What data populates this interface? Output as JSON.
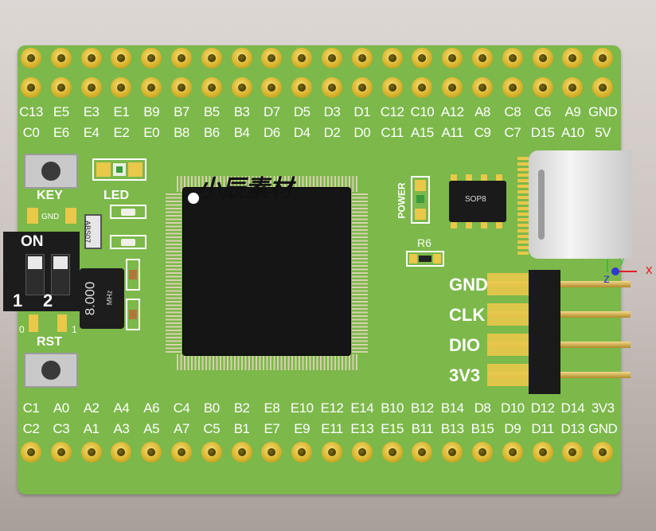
{
  "board": {
    "top_row1": [
      "C13",
      "E5",
      "E3",
      "E1",
      "B9",
      "B7",
      "B5",
      "B3",
      "D7",
      "D5",
      "D3",
      "D1",
      "C12",
      "C10",
      "A12",
      "A8",
      "C8",
      "C6",
      "A9",
      "GND"
    ],
    "top_row2": [
      "C0",
      "E6",
      "E4",
      "E2",
      "E0",
      "B8",
      "B6",
      "B4",
      "D6",
      "D4",
      "D2",
      "D0",
      "C11",
      "A15",
      "A11",
      "C9",
      "C7",
      "D15",
      "A10",
      "5V"
    ],
    "bottom_row1": [
      "C1",
      "A0",
      "A2",
      "A4",
      "A6",
      "C4",
      "B0",
      "B2",
      "E8",
      "E10",
      "E12",
      "E14",
      "B10",
      "B12",
      "B14",
      "D8",
      "D10",
      "D12",
      "D14",
      "3V3"
    ],
    "bottom_row2": [
      "C2",
      "C3",
      "A1",
      "A3",
      "A5",
      "A7",
      "C5",
      "B1",
      "E7",
      "E9",
      "E11",
      "E13",
      "E15",
      "B11",
      "B13",
      "B15",
      "D9",
      "D11",
      "D13",
      "GND"
    ],
    "silkscreen": {
      "key": "KEY",
      "led": "LED",
      "rst": "RST",
      "on": "ON",
      "one": "1",
      "two": "2",
      "zero": "0",
      "one_small": "1",
      "gnd_small": "GND",
      "power": "POWER",
      "r6": "R6",
      "sop8": "SOP8",
      "abs07": "ABS07",
      "crystal_freq": "8.000",
      "crystal_unit": "MHz"
    },
    "header_labels": [
      "GND",
      "CLK",
      "DIO",
      "3V3"
    ],
    "watermark": "小辰素材",
    "axis": {
      "x": "x",
      "y": "y",
      "z": "z"
    },
    "colors": {
      "pcb": "#7cb84a",
      "pad_gold": "#d9b52e",
      "chip": "#151515",
      "header_blue": "#2a3ad8",
      "axis_red": "#e02020"
    }
  }
}
